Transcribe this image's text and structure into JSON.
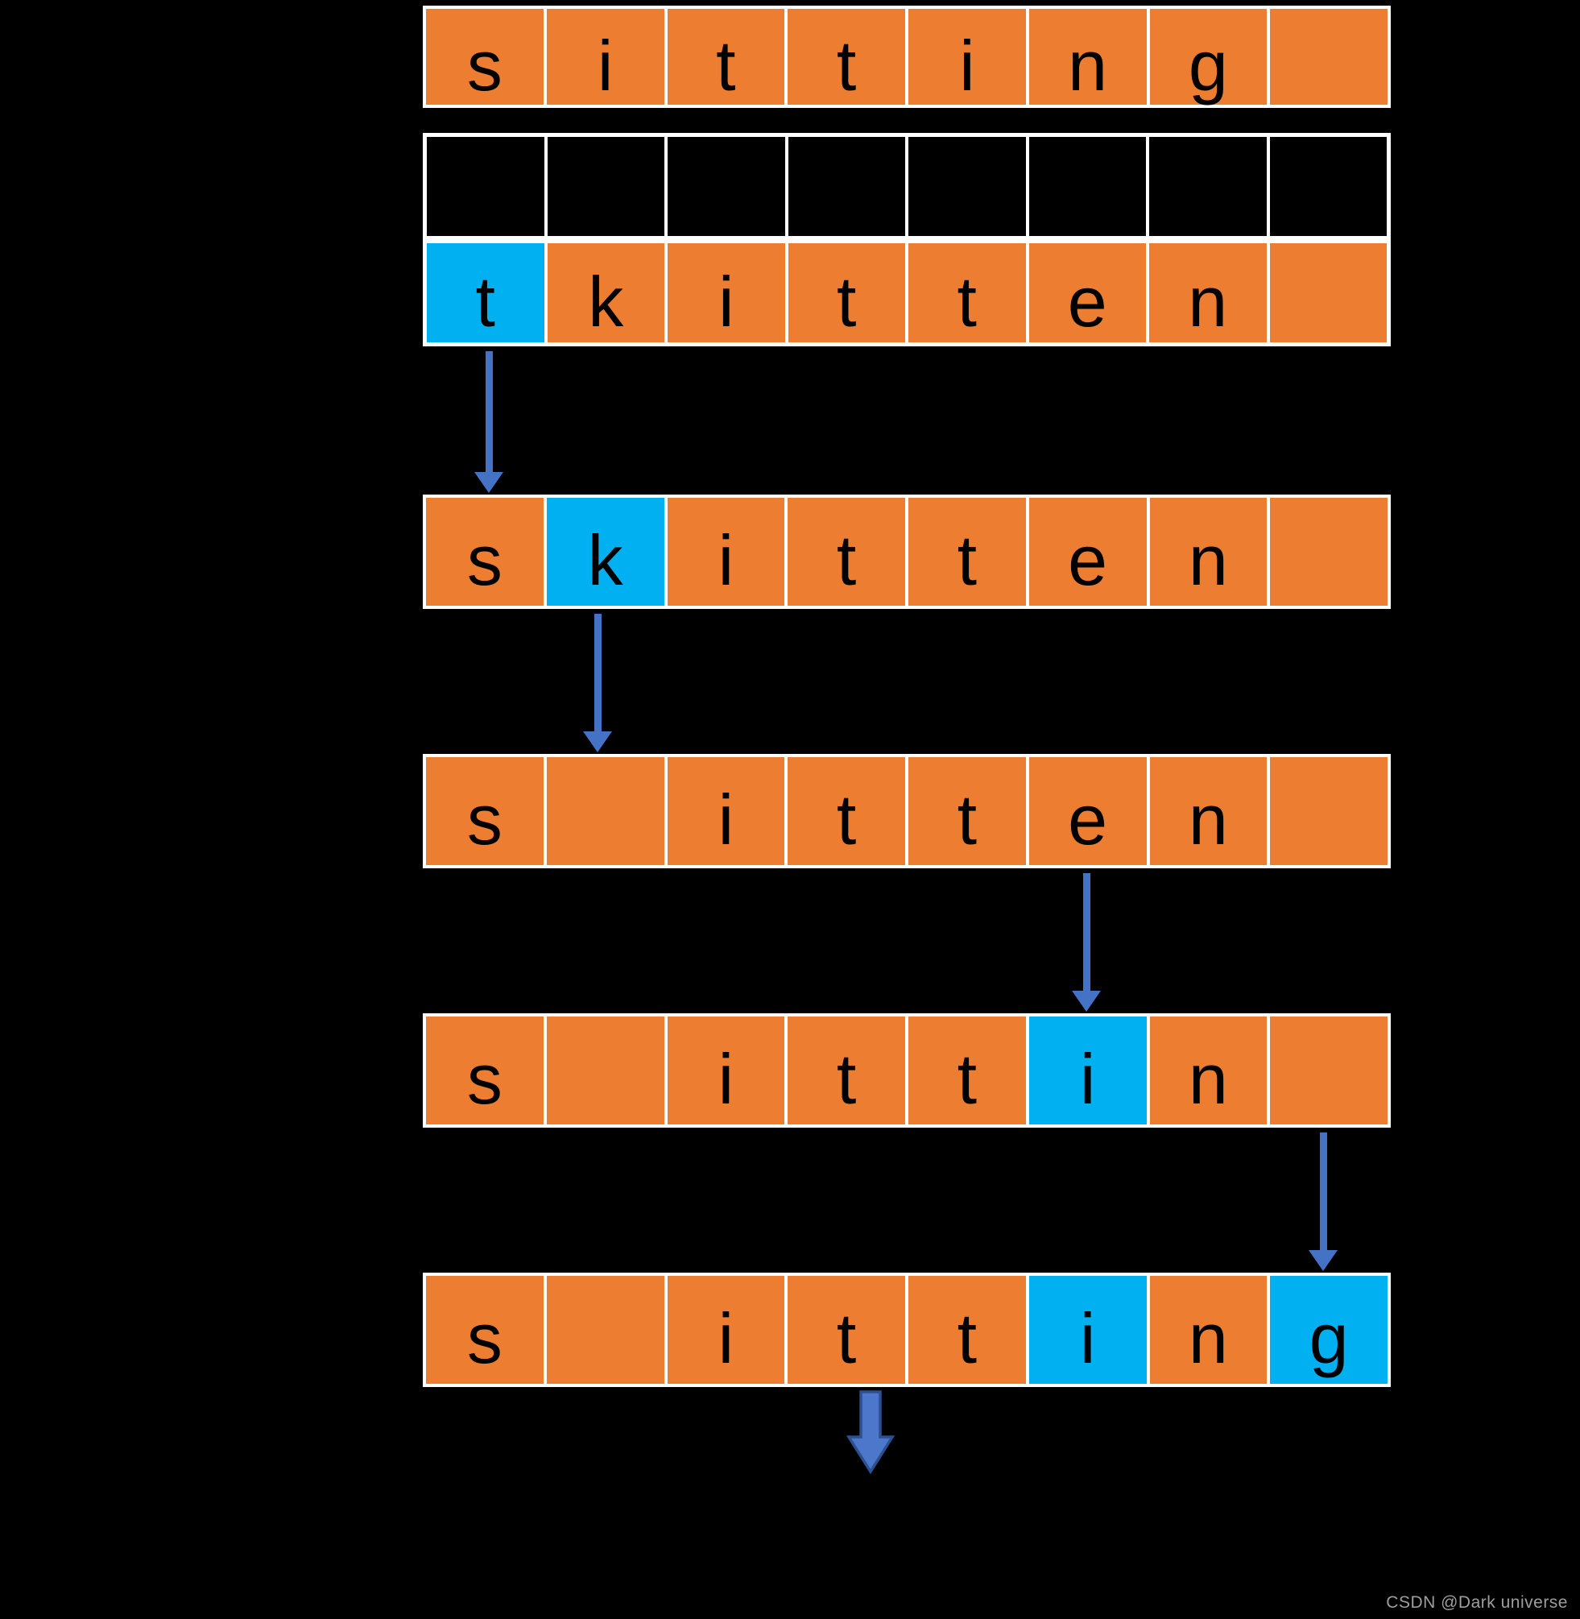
{
  "rows": [
    {
      "name": "target-word-sitting",
      "cells": [
        "s",
        "i",
        "t",
        "t",
        "i",
        "n",
        "g",
        ""
      ],
      "highlighted": []
    },
    {
      "name": "empty-black-row",
      "cells": [
        "",
        "",
        "",
        "",
        "",
        "",
        "",
        ""
      ],
      "highlighted": []
    },
    {
      "name": "kitten-with-t",
      "cells": [
        "t",
        "k",
        "i",
        "t",
        "t",
        "e",
        "n",
        ""
      ],
      "highlighted": [
        0
      ]
    },
    {
      "name": "step-substitute-s",
      "cells": [
        "s",
        "k",
        "i",
        "t",
        "t",
        "e",
        "n",
        ""
      ],
      "highlighted": [
        1
      ]
    },
    {
      "name": "step-delete-k",
      "cells": [
        "s",
        "",
        "i",
        "t",
        "t",
        "e",
        "n",
        ""
      ],
      "highlighted": []
    },
    {
      "name": "step-substitute-i",
      "cells": [
        "s",
        "",
        "i",
        "t",
        "t",
        "i",
        "n",
        ""
      ],
      "highlighted": [
        5
      ]
    },
    {
      "name": "step-insert-g",
      "cells": [
        "s",
        "",
        "i",
        "t",
        "t",
        "i",
        "n",
        "g"
      ],
      "highlighted": [
        5,
        7
      ]
    }
  ],
  "arrows": [
    {
      "name": "arrow-step-1",
      "from_row": 2,
      "from_cell": 0,
      "to_row": 3,
      "to_cell": 0
    },
    {
      "name": "arrow-step-2",
      "from_row": 3,
      "from_cell": 1,
      "to_row": 4,
      "to_cell": 1
    },
    {
      "name": "arrow-step-3",
      "from_row": 4,
      "from_cell": 5,
      "to_row": 5,
      "to_cell": 5
    },
    {
      "name": "arrow-step-4",
      "from_row": 5,
      "from_cell": 7,
      "to_row": 6,
      "to_cell": 7
    },
    {
      "name": "final-block-arrow",
      "below_row": 6
    }
  ],
  "colors": {
    "cell_orange": "#ED7D31",
    "cell_highlight_cyan": "#00B0F0",
    "cell_empty_black": "#000000",
    "arrow_blue": "#4472C4",
    "block_arrow_fill": "#4D77CA",
    "block_arrow_border": "#2B5191",
    "grid_lines": "#FFFFFF",
    "background": "#000000",
    "watermark_gray": "#9E9E9E"
  },
  "watermark": "CSDN @Dark universe"
}
